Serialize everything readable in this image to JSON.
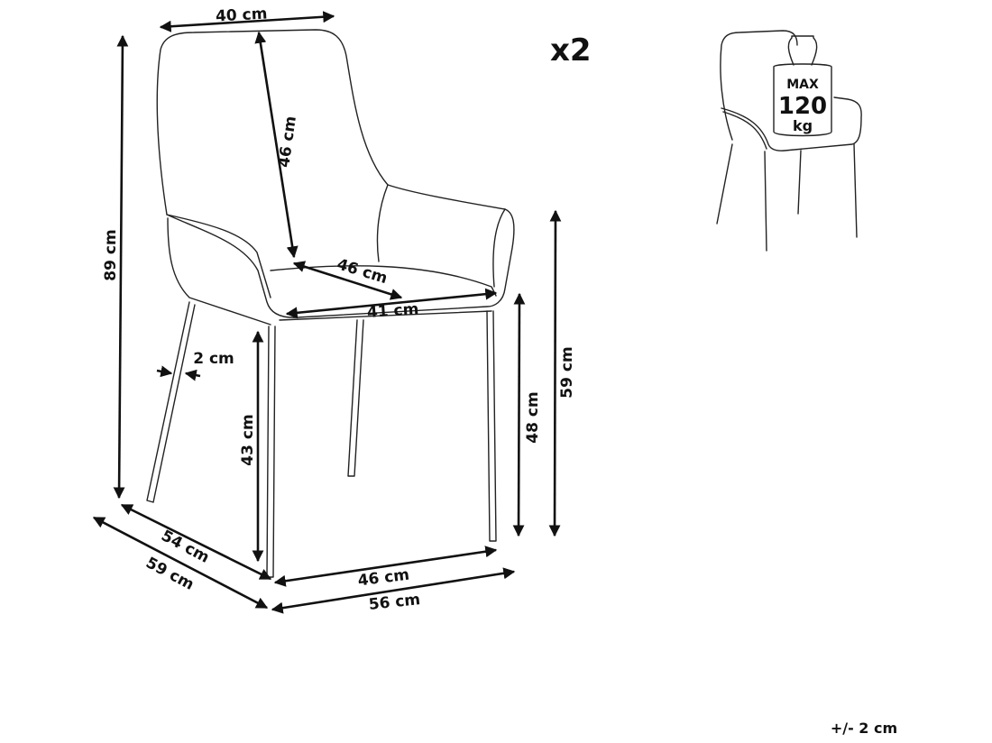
{
  "quantity": "x2",
  "tolerance": "+/- 2 cm",
  "dimensions": {
    "backrest_width": "40 cm",
    "backrest_height": "46 cm",
    "total_height": "89 cm",
    "seat_depth": "46 cm",
    "seat_width": "41 cm",
    "leg_thickness": "2 cm",
    "leg_height": "43 cm",
    "seat_height": "48 cm",
    "armrest_height": "59 cm",
    "leg_depth": "54 cm",
    "total_depth": "59 cm",
    "leg_width": "46 cm",
    "total_width": "56 cm"
  },
  "max_load": {
    "label": "MAX",
    "value": "120",
    "unit": "kg"
  }
}
